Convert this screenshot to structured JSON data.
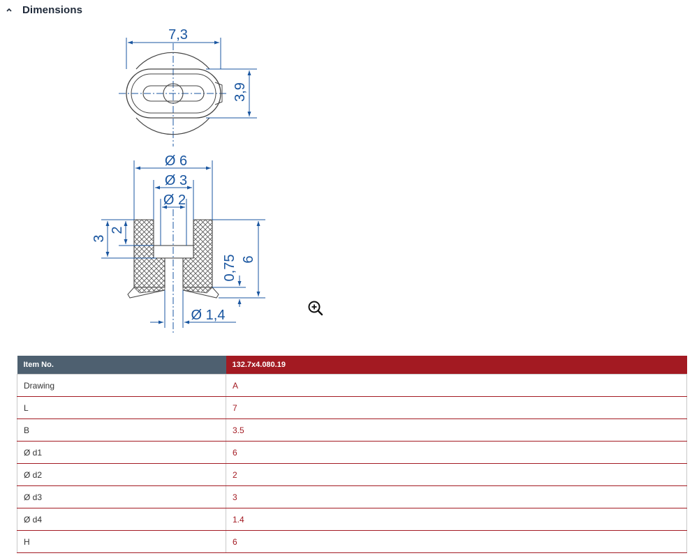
{
  "section": {
    "title": "Dimensions"
  },
  "drawing_labels": {
    "top_width": "7,3",
    "top_height": "3,9",
    "d6": "Ø 6",
    "d3": "Ø 3",
    "d2": "Ø 2",
    "d14": "Ø 1,4",
    "h3": "3",
    "h2": "2",
    "h075": "0,75",
    "h6": "6"
  },
  "table": {
    "header_key": "Item No.",
    "header_value": "132.7x4.080.19",
    "rows": [
      {
        "key": "Drawing",
        "value": "A"
      },
      {
        "key": "L",
        "value": "7"
      },
      {
        "key": "B",
        "value": "3.5"
      },
      {
        "key": "Ø d1",
        "value": "6"
      },
      {
        "key": "Ø d2",
        "value": "2"
      },
      {
        "key": "Ø d3",
        "value": "3"
      },
      {
        "key": "Ø d4",
        "value": "1.4"
      },
      {
        "key": "H",
        "value": "6"
      }
    ]
  },
  "colors": {
    "dimension_blue": "#1a56a0",
    "brand_red": "#a31a22",
    "header_slate": "#4e6070"
  },
  "icons": {
    "section_toggle": "chevron-up-icon",
    "zoom": "zoom-in-icon"
  }
}
